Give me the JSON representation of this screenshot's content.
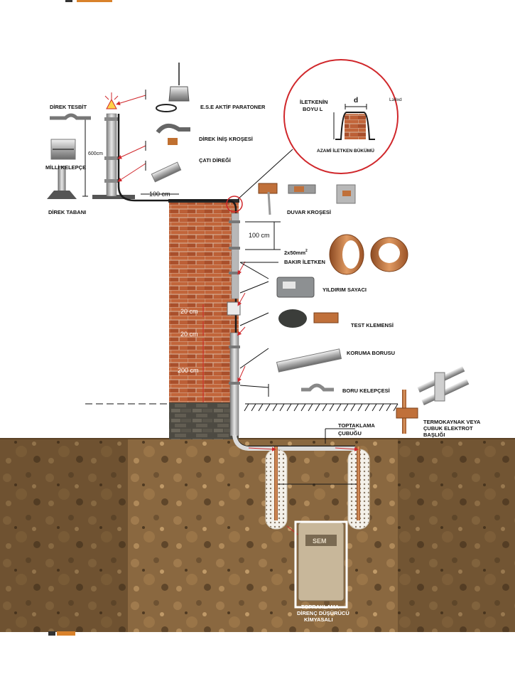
{
  "labels": {
    "ese": "E.S.E AKTİF PARATONER",
    "direk_tesbit": "DİREK TESBİT",
    "direk_inis": "DİREK İNİŞ KROŞESİ",
    "milli_kelepce": "MİLLİ KELEPÇE",
    "cati_diregi": "ÇATI DİREĞİ",
    "direk_tabani": "DİREK TABANI",
    "duvar_krosesi": "DUVAR KROŞESİ",
    "bakir_size": "2x50mm",
    "bakir_sup": "2",
    "bakir_iletken": "BAKIR İLETKEN",
    "yildirim_sayaci": "YILDIRIM SAYACI",
    "test_klemensi": "TEST KLEMENSİ",
    "koruma_borusu": "KORUMA BORUSU",
    "boru_kelepcesi": "BORU KELEPÇESİ",
    "termo_1": "TERMOKAYNAK VEYA",
    "termo_2": "ÇUBUK ELEKTROT",
    "termo_3": "BAŞLIĞI",
    "toptaklama_1": "TOPTAKLAMA",
    "toptaklama_2": "ÇUBUĞU",
    "chem_1": "TOPRAKLAMA",
    "chem_2": "DİRENÇ DÜŞÜRÜCÜ",
    "chem_3": "KİMYASALI",
    "sem_logo": "SEM"
  },
  "inset": {
    "iletken_1": "İLETKENİN",
    "iletken_2": "BOYU L",
    "d": "d",
    "rule": "L≥8xd",
    "azami": "AZAMİ İLETKEN BÜKÜMÜ"
  },
  "dimensions": {
    "mast": "600cm",
    "roof": "100 cm",
    "wall_spacing": "100 cm",
    "d20a": "20 cm",
    "d20b": "20 cm",
    "d200": "200 cm"
  },
  "colors": {
    "brick": "#b5542f",
    "soil": "#8c6a44",
    "accent": "#d9822b",
    "inset_circle": "#d0272b",
    "copper": "#c0703a"
  }
}
